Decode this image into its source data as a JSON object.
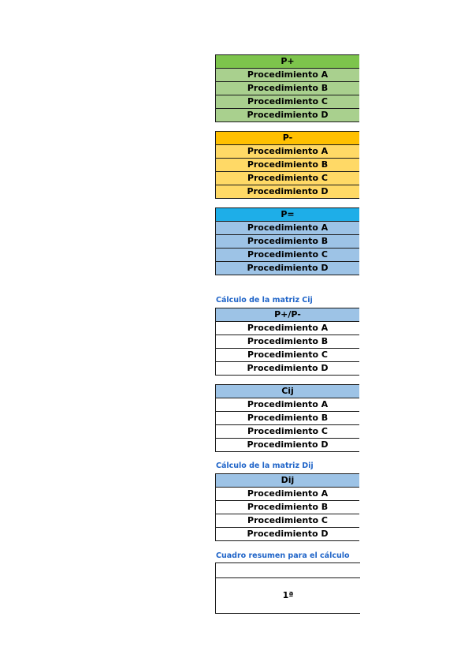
{
  "tables": {
    "p_plus": {
      "header": "P+",
      "rows": [
        "Procedimiento A",
        "Procedimiento B",
        "Procedimiento C",
        "Procedimiento D"
      ]
    },
    "p_minus": {
      "header": "P-",
      "rows": [
        "Procedimiento A",
        "Procedimiento B",
        "Procedimiento C",
        "Procedimiento D"
      ]
    },
    "p_equal": {
      "header": "P=",
      "rows": [
        "Procedimiento A",
        "Procedimiento B",
        "Procedimiento C",
        "Procedimiento D"
      ]
    },
    "p_plus_minus": {
      "header": "P+/P-",
      "rows": [
        "Procedimiento A",
        "Procedimiento B",
        "Procedimiento C",
        "Procedimiento D"
      ]
    },
    "cij": {
      "header": "Cij",
      "rows": [
        "Procedimiento A",
        "Procedimiento B",
        "Procedimiento C",
        "Procedimiento D"
      ]
    },
    "dij": {
      "header": "Dij",
      "rows": [
        "Procedimiento A",
        "Procedimiento B",
        "Procedimiento C",
        "Procedimiento D"
      ]
    }
  },
  "captions": {
    "cij": "Cálculo de la matriz Cij",
    "dij": "Cálculo de la matriz Dij",
    "summary": "Cuadro resumen para el cálculo"
  },
  "summary": {
    "rank": "1ª"
  },
  "colors": {
    "green_header": "#7dc44c",
    "green_cell": "#a9d08e",
    "orange_header": "#ffc000",
    "orange_cell": "#ffd966",
    "blue_header": "#1eaee8",
    "blue_cell": "#9dc3e6",
    "caption": "#1f64c8"
  }
}
